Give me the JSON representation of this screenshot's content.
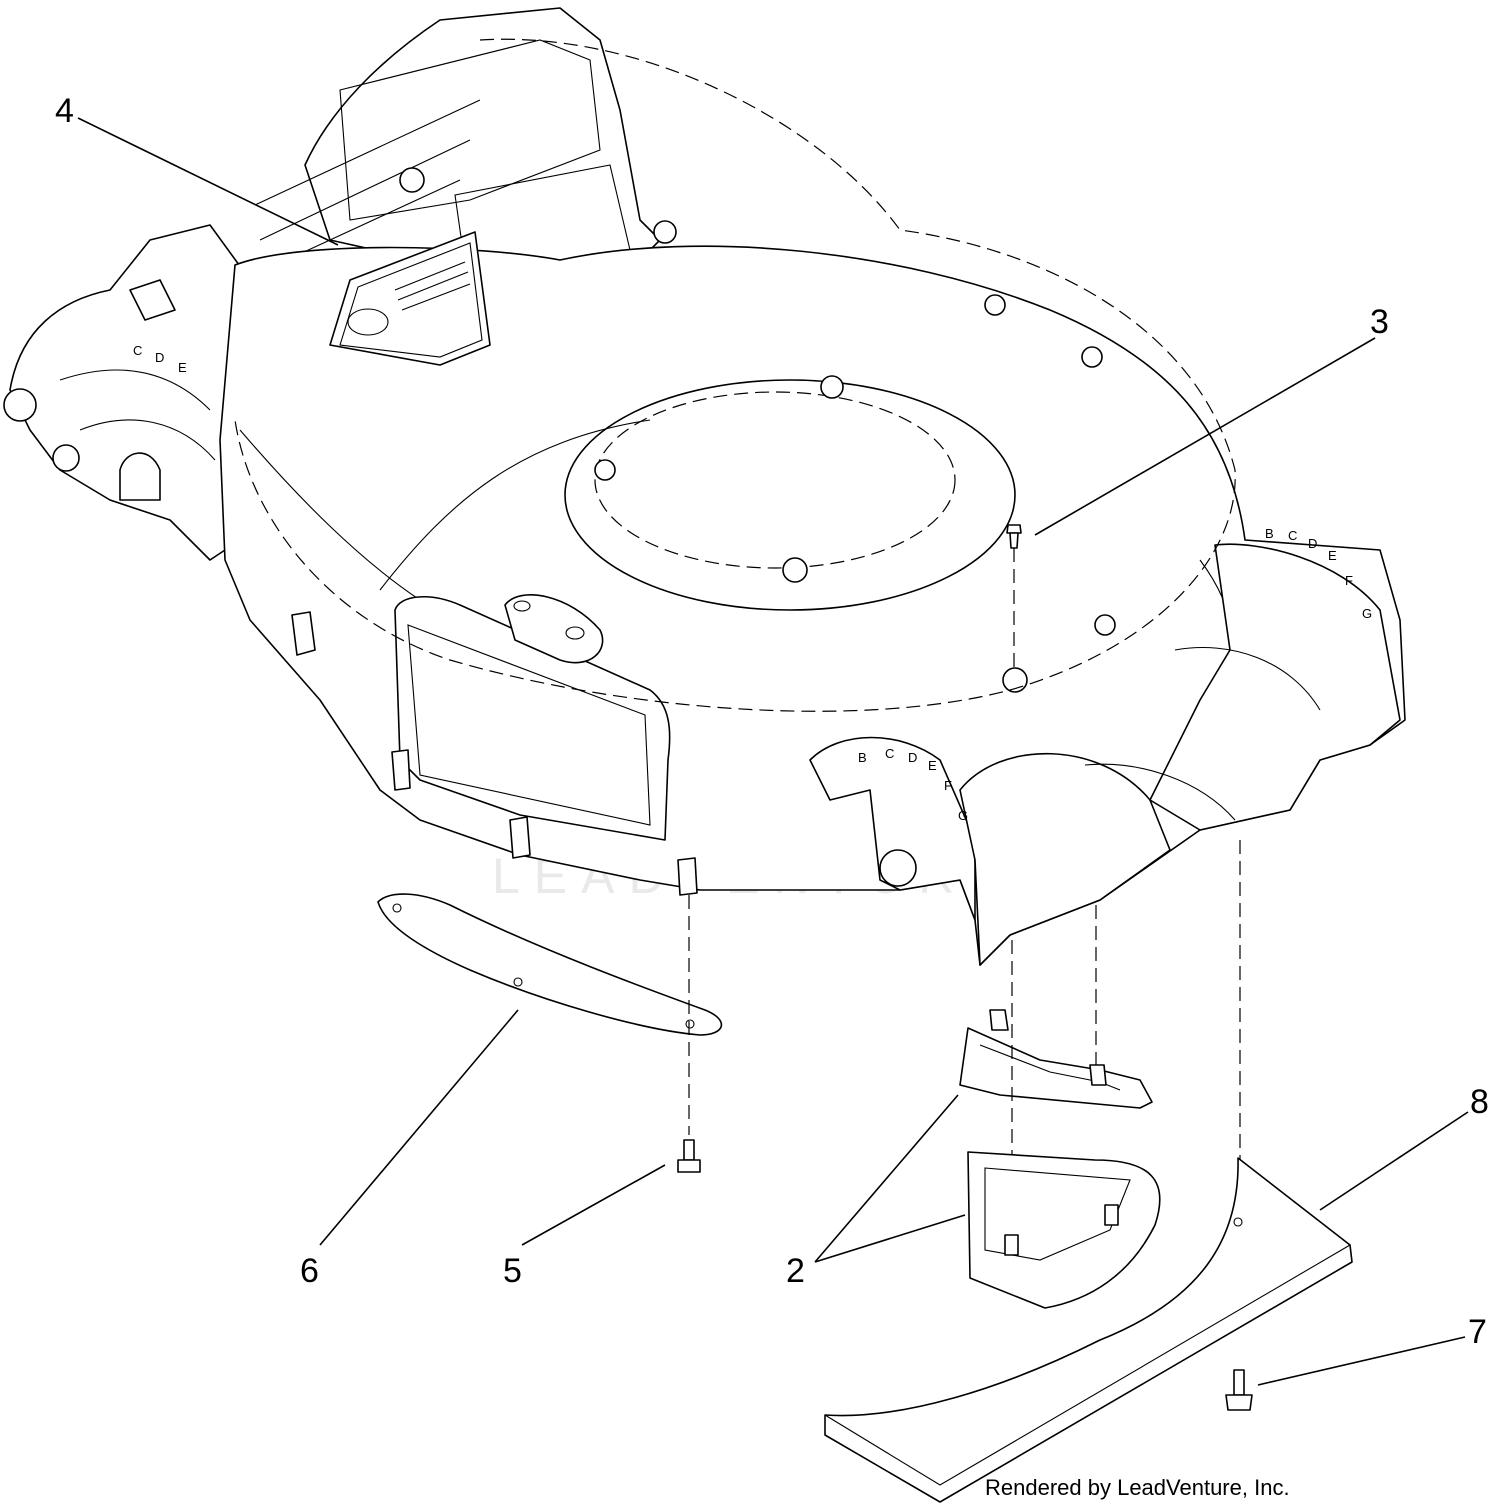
{
  "callouts": {
    "c2": "2",
    "c3": "3",
    "c4": "4",
    "c5": "5",
    "c6": "6",
    "c7": "7",
    "c8": "8"
  },
  "credit": "Rendered by LeadVenture, Inc.",
  "watermark": "LEADVENTURE",
  "dial_letters": {
    "left": [
      "C",
      "D",
      "E"
    ],
    "center": [
      "B",
      "C",
      "D",
      "E",
      "F",
      "G"
    ],
    "right": [
      "B",
      "C",
      "D",
      "E",
      "F",
      "G"
    ]
  }
}
